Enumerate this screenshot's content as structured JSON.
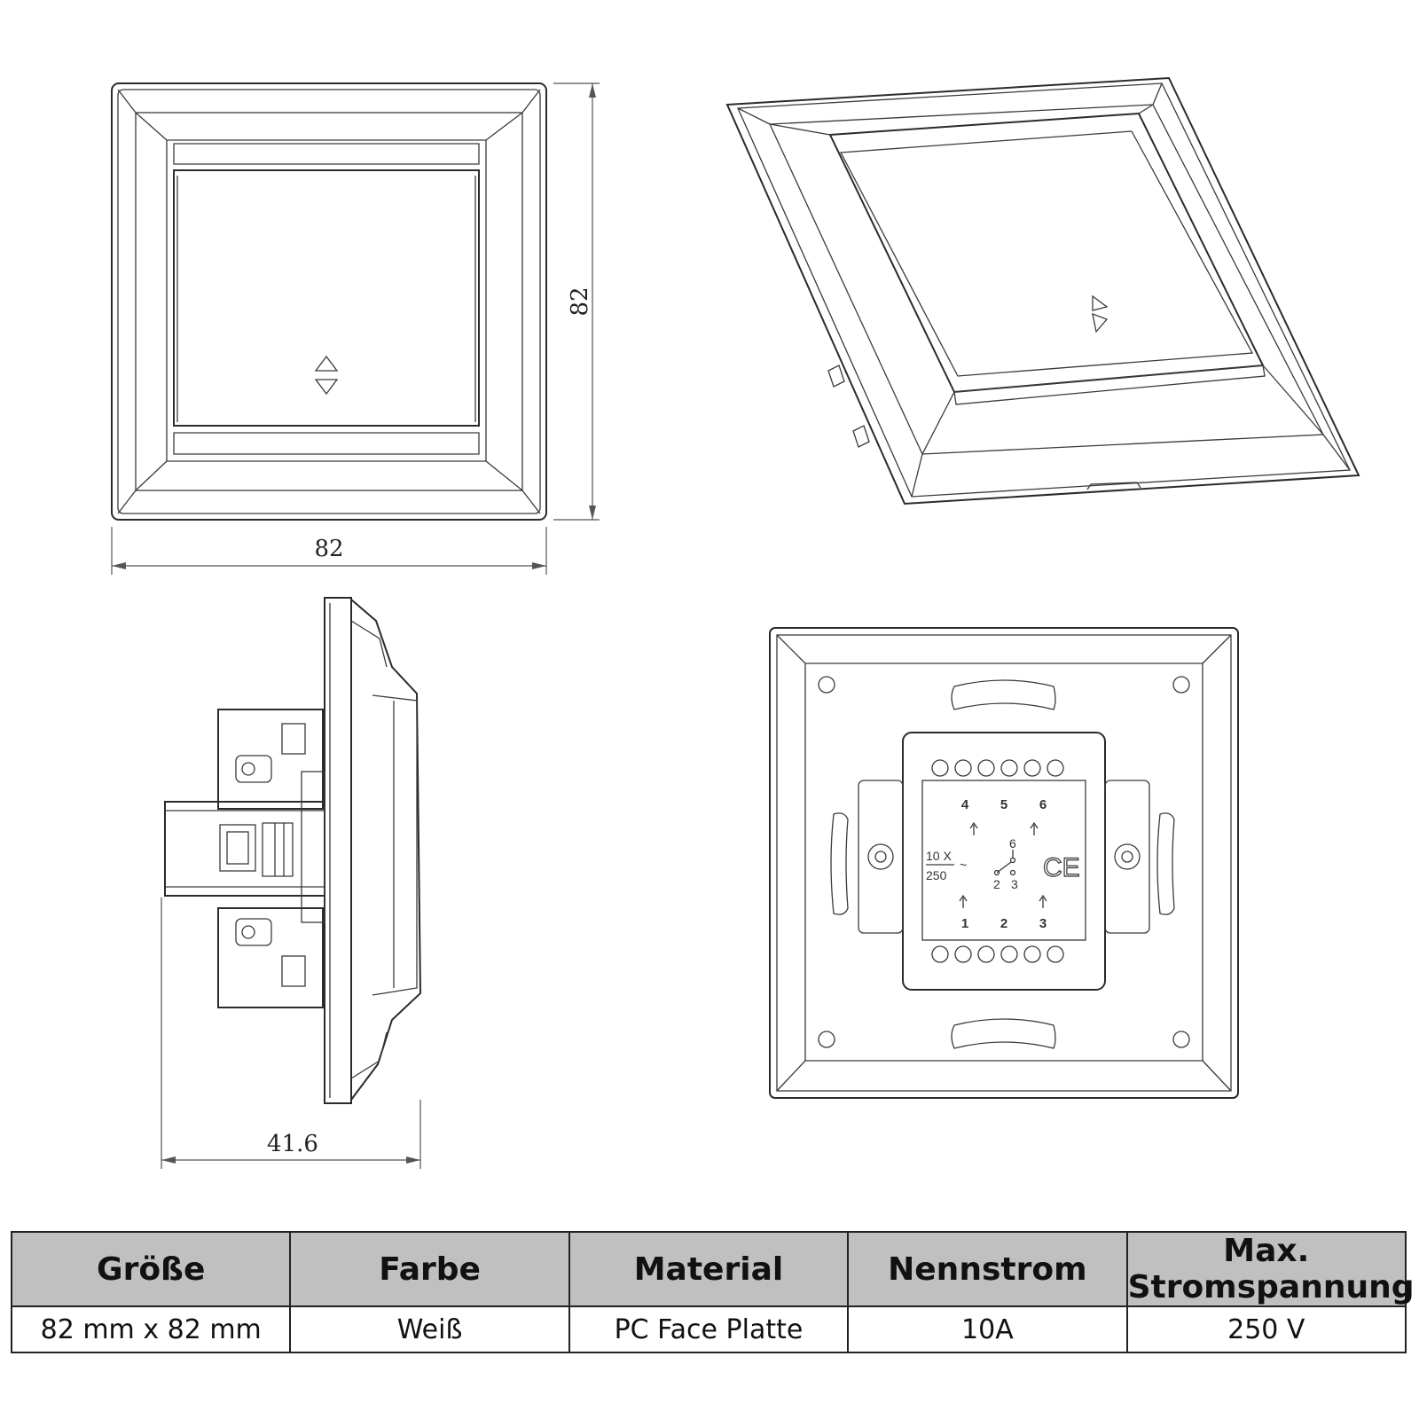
{
  "dimensions": {
    "front_width": "82",
    "front_height": "82",
    "side_depth": "41.6"
  },
  "back_view": {
    "terminals_top": [
      "4",
      "5",
      "6"
    ],
    "terminals_bottom": [
      "1",
      "2",
      "3"
    ],
    "rating_top": "10 X",
    "rating_bottom": "250",
    "ac_symbol": "~",
    "schematic_labels": [
      "6",
      "2",
      "3"
    ],
    "ce_mark": "CE"
  },
  "table": {
    "headers": [
      "Größe",
      "Farbe",
      "Material",
      "Nennstrom",
      "Max. Stromspannung"
    ],
    "values": [
      "82 mm x 82 mm",
      "Weiß",
      "PC Face Platte",
      "10A",
      "250 V"
    ]
  }
}
